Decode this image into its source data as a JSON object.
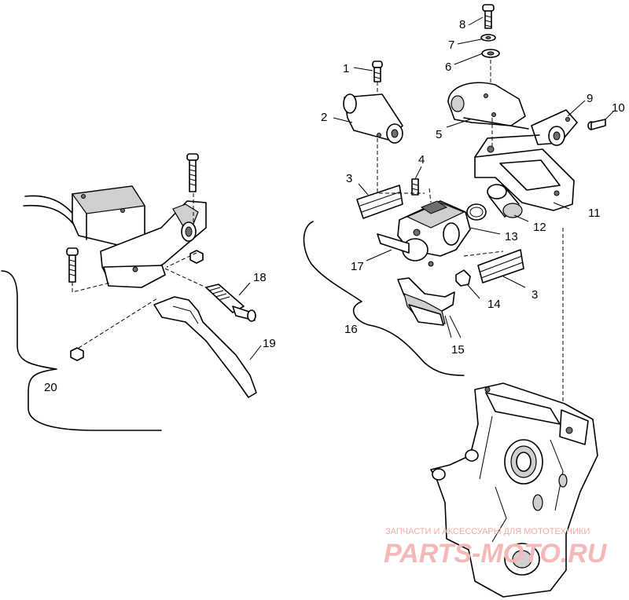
{
  "callouts": {
    "c1": "1",
    "c2": "2",
    "c3a": "3",
    "c3b": "3",
    "c4": "4",
    "c5": "5",
    "c6": "6",
    "c7": "7",
    "c8": "8",
    "c9": "9",
    "c10": "10",
    "c11": "11",
    "c12": "12",
    "c13": "13",
    "c14": "14",
    "c15": "15",
    "c16": "16",
    "c17": "17",
    "c18": "18",
    "c19": "19",
    "c20": "20"
  },
  "watermark": {
    "caption": "ЗАПЧАСТИ И АКСЕССУАРЫ ДЛЯ МОТОТЕХНИКИ",
    "brand": "PARTS-MOTO.RU"
  }
}
